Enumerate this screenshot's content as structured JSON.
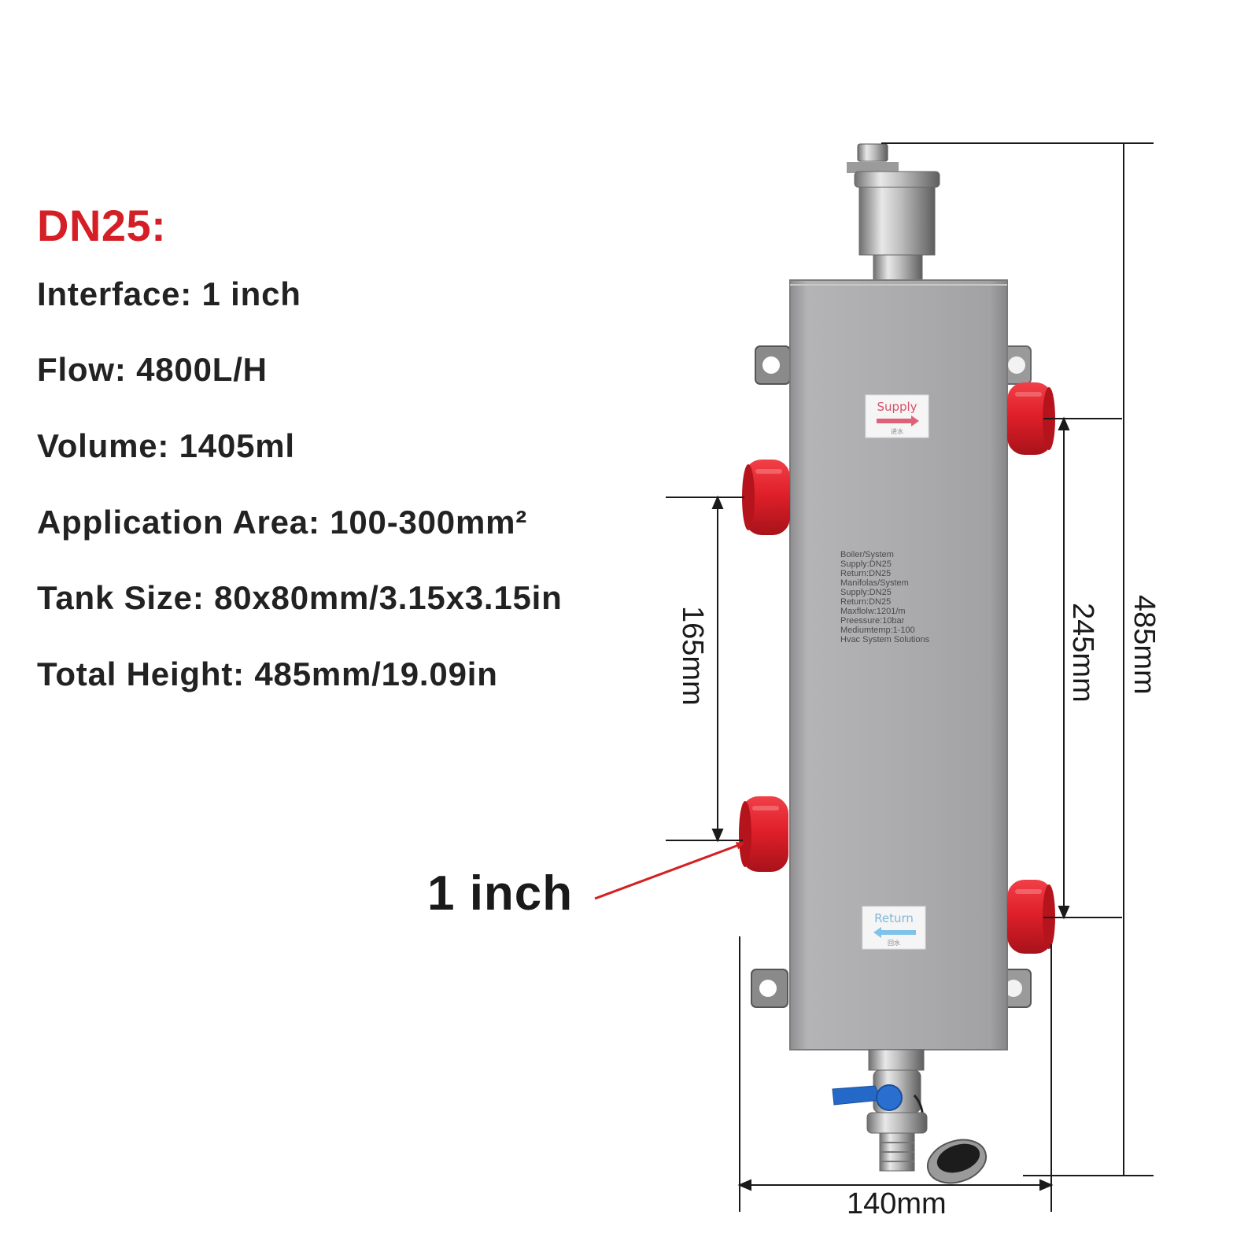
{
  "specs": {
    "title": "DN25:",
    "lines": [
      "Interface: 1 inch",
      "Flow: 4800L/H",
      "Volume: 1405ml",
      "Application Area: 100-300mm²",
      "Tank Size: 80x80mm/3.15x3.15in",
      "Total Height: 485mm/19.09in"
    ]
  },
  "callout": {
    "label": "1 inch"
  },
  "dimensions": {
    "inlet_spacing": "165mm",
    "outlet_spacing": "245mm",
    "total_height": "485mm",
    "width": "140mm"
  },
  "labels": {
    "supply": "Supply",
    "supply_sub": "进水",
    "return": "Return",
    "return_sub": "回水"
  },
  "nameplate": [
    "Boiler/System",
    "Supply:DN25",
    "Return:DN25",
    "Manifolas/System",
    "Supply:DN25",
    "Return:DN25",
    "Maxflolw:1201/m",
    "Preessure:10bar",
    "Mediumtemp:1-100",
    "Hvac System Solutions"
  ],
  "colors": {
    "title_red": "#d41f26",
    "cap_red": "#e0202a",
    "tank_gray": "#a9a9ab",
    "arrow_red": "#d42020",
    "supply_arrow": "#e0607a",
    "return_arrow": "#7fc3e8",
    "valve_blue": "#2468c8"
  }
}
